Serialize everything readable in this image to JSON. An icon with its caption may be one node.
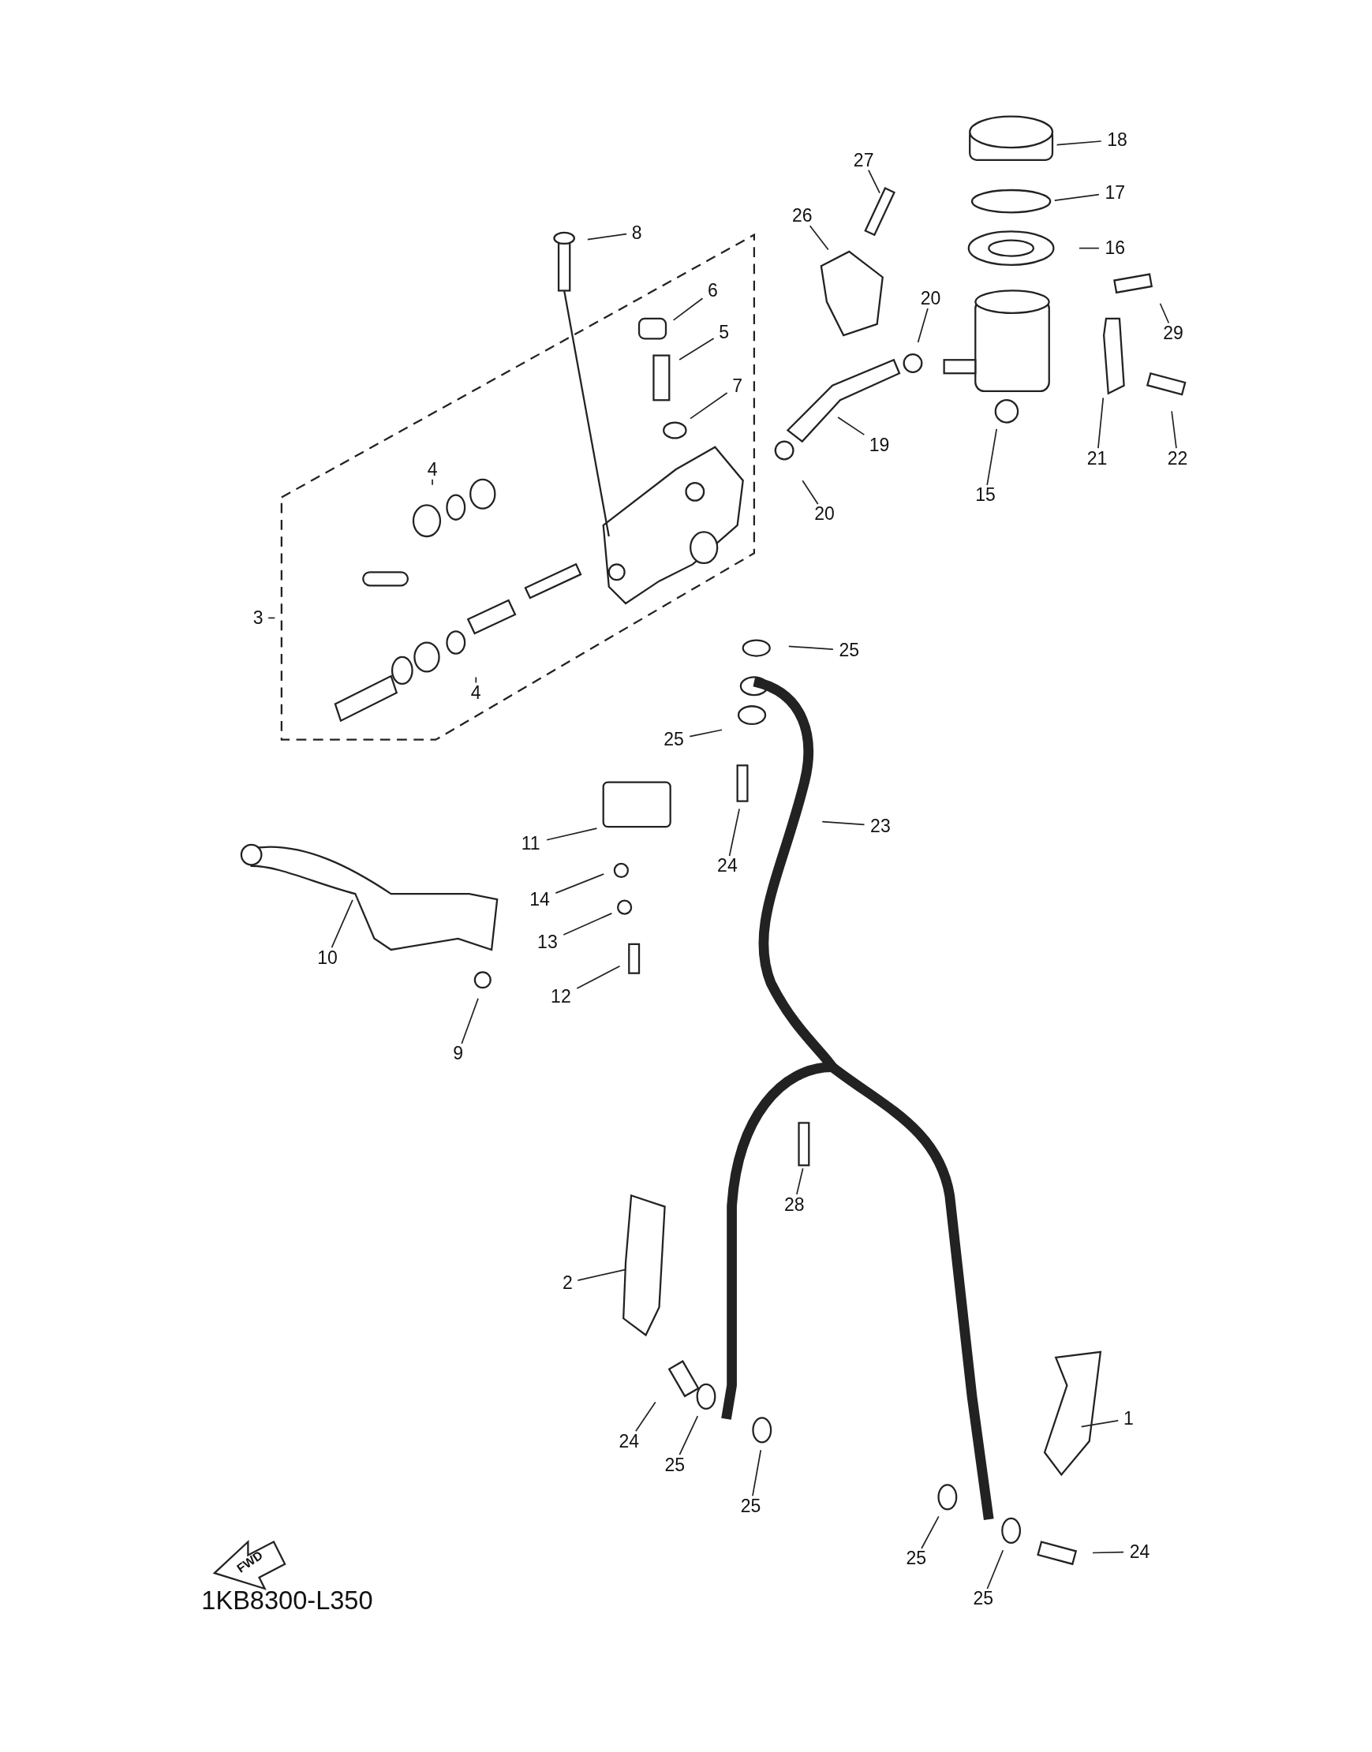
{
  "diagram": {
    "nodes": [
      {
        "text": [
          "18"
        ]
      },
      {
        "text": [
          "27"
        ]
      },
      {
        "text": [
          "17"
        ]
      },
      {
        "text": [
          "26"
        ]
      },
      {
        "text": [
          "8"
        ]
      },
      {
        "text": [
          "16"
        ]
      },
      {
        "text": [
          "6"
        ]
      },
      {
        "text": [
          "20"
        ]
      },
      {
        "text": [
          "5"
        ]
      },
      {
        "text": [
          "29"
        ]
      },
      {
        "text": [
          "7"
        ]
      },
      {
        "text": [
          "19"
        ]
      },
      {
        "text": [
          "21"
        ]
      },
      {
        "text": [
          "22"
        ]
      },
      {
        "text": [
          "4"
        ]
      },
      {
        "text": [
          "15"
        ]
      },
      {
        "text": [
          "20"
        ]
      },
      {
        "text": [
          "3"
        ]
      },
      {
        "text": [
          "25"
        ]
      },
      {
        "text": [
          "4"
        ]
      },
      {
        "text": [
          "25"
        ]
      },
      {
        "text": [
          "23"
        ]
      },
      {
        "text": [
          "11"
        ]
      },
      {
        "text": [
          "24"
        ]
      },
      {
        "text": [
          "14"
        ]
      },
      {
        "text": [
          "13"
        ]
      },
      {
        "text": [
          "10"
        ]
      },
      {
        "text": [
          "12"
        ]
      },
      {
        "text": [
          "9"
        ]
      },
      {
        "text": [
          "28"
        ]
      },
      {
        "text": [
          "2"
        ]
      },
      {
        "text": [
          "1"
        ]
      },
      {
        "text": [
          "24"
        ]
      },
      {
        "text": [
          "25"
        ]
      },
      {
        "text": [
          "25"
        ]
      },
      {
        "text": [
          "24"
        ]
      },
      {
        "text": [
          "25"
        ]
      },
      {
        "text": [
          "25"
        ]
      }
    ],
    "edges": [
      {
        "from": 0,
        "to": null,
        "arrow": "none"
      },
      {
        "from": 1,
        "to": null,
        "arrow": "none"
      },
      {
        "from": 2,
        "to": null,
        "arrow": "none"
      },
      {
        "from": 3,
        "to": null,
        "arrow": "none"
      },
      {
        "from": 4,
        "to": null,
        "arrow": "none"
      },
      {
        "from": 5,
        "to": null,
        "arrow": "none"
      },
      {
        "from": 6,
        "to": null,
        "arrow": "none"
      },
      {
        "from": 7,
        "to": null,
        "arrow": "none"
      },
      {
        "from": 8,
        "to": null,
        "arrow": "none"
      },
      {
        "from": 9,
        "to": null,
        "arrow": "none"
      },
      {
        "from": 10,
        "to": null,
        "arrow": "none"
      },
      {
        "from": 11,
        "to": null,
        "arrow": "none"
      },
      {
        "from": 12,
        "to": null,
        "arrow": "none"
      },
      {
        "from": 13,
        "to": null,
        "arrow": "none"
      },
      {
        "from": 14,
        "to": null,
        "arrow": "none"
      },
      {
        "from": 15,
        "to": null,
        "arrow": "none"
      },
      {
        "from": 16,
        "to": null,
        "arrow": "none"
      },
      {
        "from": 17,
        "to": null,
        "arrow": "none"
      },
      {
        "from": 18,
        "to": null,
        "arrow": "none"
      },
      {
        "from": 19,
        "to": null,
        "arrow": "none"
      },
      {
        "from": 20,
        "to": null,
        "arrow": "none"
      },
      {
        "from": 21,
        "to": null,
        "arrow": "none"
      },
      {
        "from": 22,
        "to": null,
        "arrow": "none"
      },
      {
        "from": 23,
        "to": null,
        "arrow": "none"
      },
      {
        "from": 24,
        "to": null,
        "arrow": "none"
      },
      {
        "from": 25,
        "to": null,
        "arrow": "none"
      },
      {
        "from": 26,
        "to": null,
        "arrow": "none"
      },
      {
        "from": 27,
        "to": null,
        "arrow": "none"
      },
      {
        "from": 28,
        "to": null,
        "arrow": "none"
      },
      {
        "from": 29,
        "to": null,
        "arrow": "none"
      },
      {
        "from": 30,
        "to": null,
        "arrow": "none"
      },
      {
        "from": 31,
        "to": null,
        "arrow": "none"
      },
      {
        "from": 32,
        "to": null,
        "arrow": "none"
      },
      {
        "from": 33,
        "to": null,
        "arrow": "none"
      },
      {
        "from": 34,
        "to": null,
        "arrow": "none"
      },
      {
        "from": 35,
        "to": null,
        "arrow": "none"
      },
      {
        "from": 36,
        "to": null,
        "arrow": "none"
      },
      {
        "from": 37,
        "to": null,
        "arrow": "none"
      }
    ],
    "labels": [
      "FWD",
      "1KB8300-L350"
    ]
  }
}
